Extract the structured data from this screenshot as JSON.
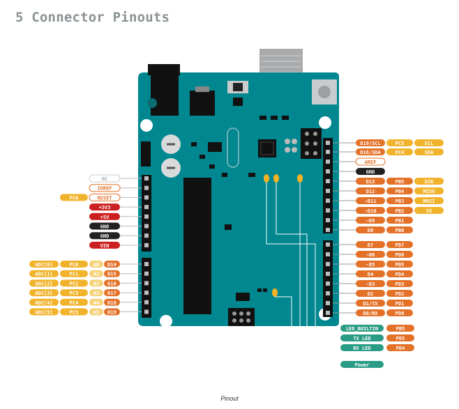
{
  "heading": "5 Connector Pinouts",
  "caption": "Pinout",
  "colors": {
    "board": "#00878f",
    "orange": "#e47128",
    "yellow": "#f2b32c",
    "red": "#cc1f1f",
    "black": "#222222",
    "green": "#2a9c86",
    "power_green": "#1e9970",
    "led": "#f5b324"
  },
  "right_header": [
    {
      "label": "D19/SCL",
      "port": "PC5",
      "func": "SCL"
    },
    {
      "label": "D18/SDA",
      "port": "PC4",
      "func": "SDA"
    },
    {
      "label": "AREF",
      "port": "",
      "func": ""
    },
    {
      "label": "GND",
      "port": "",
      "func": ""
    }
  ],
  "right_digital_upper": [
    {
      "label": "D13",
      "port": "PB5",
      "func": "SCK"
    },
    {
      "label": "D12",
      "port": "PB4",
      "func": "MISO"
    },
    {
      "label": "~D11",
      "port": "PB3",
      "func": "MOSI"
    },
    {
      "label": "~D10",
      "port": "PB2",
      "func": "SS"
    },
    {
      "label": "~D9",
      "port": "PB1",
      "func": ""
    },
    {
      "label": "D8",
      "port": "PB0",
      "func": ""
    }
  ],
  "right_digital_lower": [
    {
      "label": "D7",
      "port": "PD7"
    },
    {
      "label": "~D6",
      "port": "PD6"
    },
    {
      "label": "~D5",
      "port": "PD5"
    },
    {
      "label": "D4",
      "port": "PD4"
    },
    {
      "label": "~D3",
      "port": "PD3"
    },
    {
      "label": "D2",
      "port": "PD2"
    },
    {
      "label": "D1/TX",
      "port": "PD1"
    },
    {
      "label": "D0/RX",
      "port": "PD0"
    }
  ],
  "leds": [
    {
      "label": "LED_BUILTIN",
      "port": "PB5"
    },
    {
      "label": "TX LED",
      "port": "PD5"
    },
    {
      "label": "RX LED",
      "port": "PD4"
    },
    {
      "label": "Power",
      "port": ""
    }
  ],
  "power_header": [
    {
      "label": "NC",
      "extra": ""
    },
    {
      "label": "IOREF",
      "extra": ""
    },
    {
      "label": "RESET",
      "extra": "PC6"
    },
    {
      "label": "+3V3",
      "extra": ""
    },
    {
      "label": "+5V",
      "extra": ""
    },
    {
      "label": "GND",
      "extra": ""
    },
    {
      "label": "GND",
      "extra": ""
    },
    {
      "label": "VIN",
      "extra": ""
    }
  ],
  "analog_header": [
    {
      "adc": "ADC[0]",
      "port": "PC0",
      "pin": "A0",
      "dpin": "D14"
    },
    {
      "adc": "ADC[1]",
      "port": "PC1",
      "pin": "A1",
      "dpin": "D15"
    },
    {
      "adc": "ADC[2]",
      "port": "PC2",
      "pin": "A2",
      "dpin": "D16"
    },
    {
      "adc": "ADC[3]",
      "port": "PC3",
      "pin": "A3",
      "dpin": "D17"
    },
    {
      "adc": "ADC[4]",
      "port": "PC4",
      "pin": "A4",
      "dpin": "D18"
    },
    {
      "adc": "ADC[5]",
      "port": "PC5",
      "pin": "A5",
      "dpin": "D19"
    }
  ]
}
